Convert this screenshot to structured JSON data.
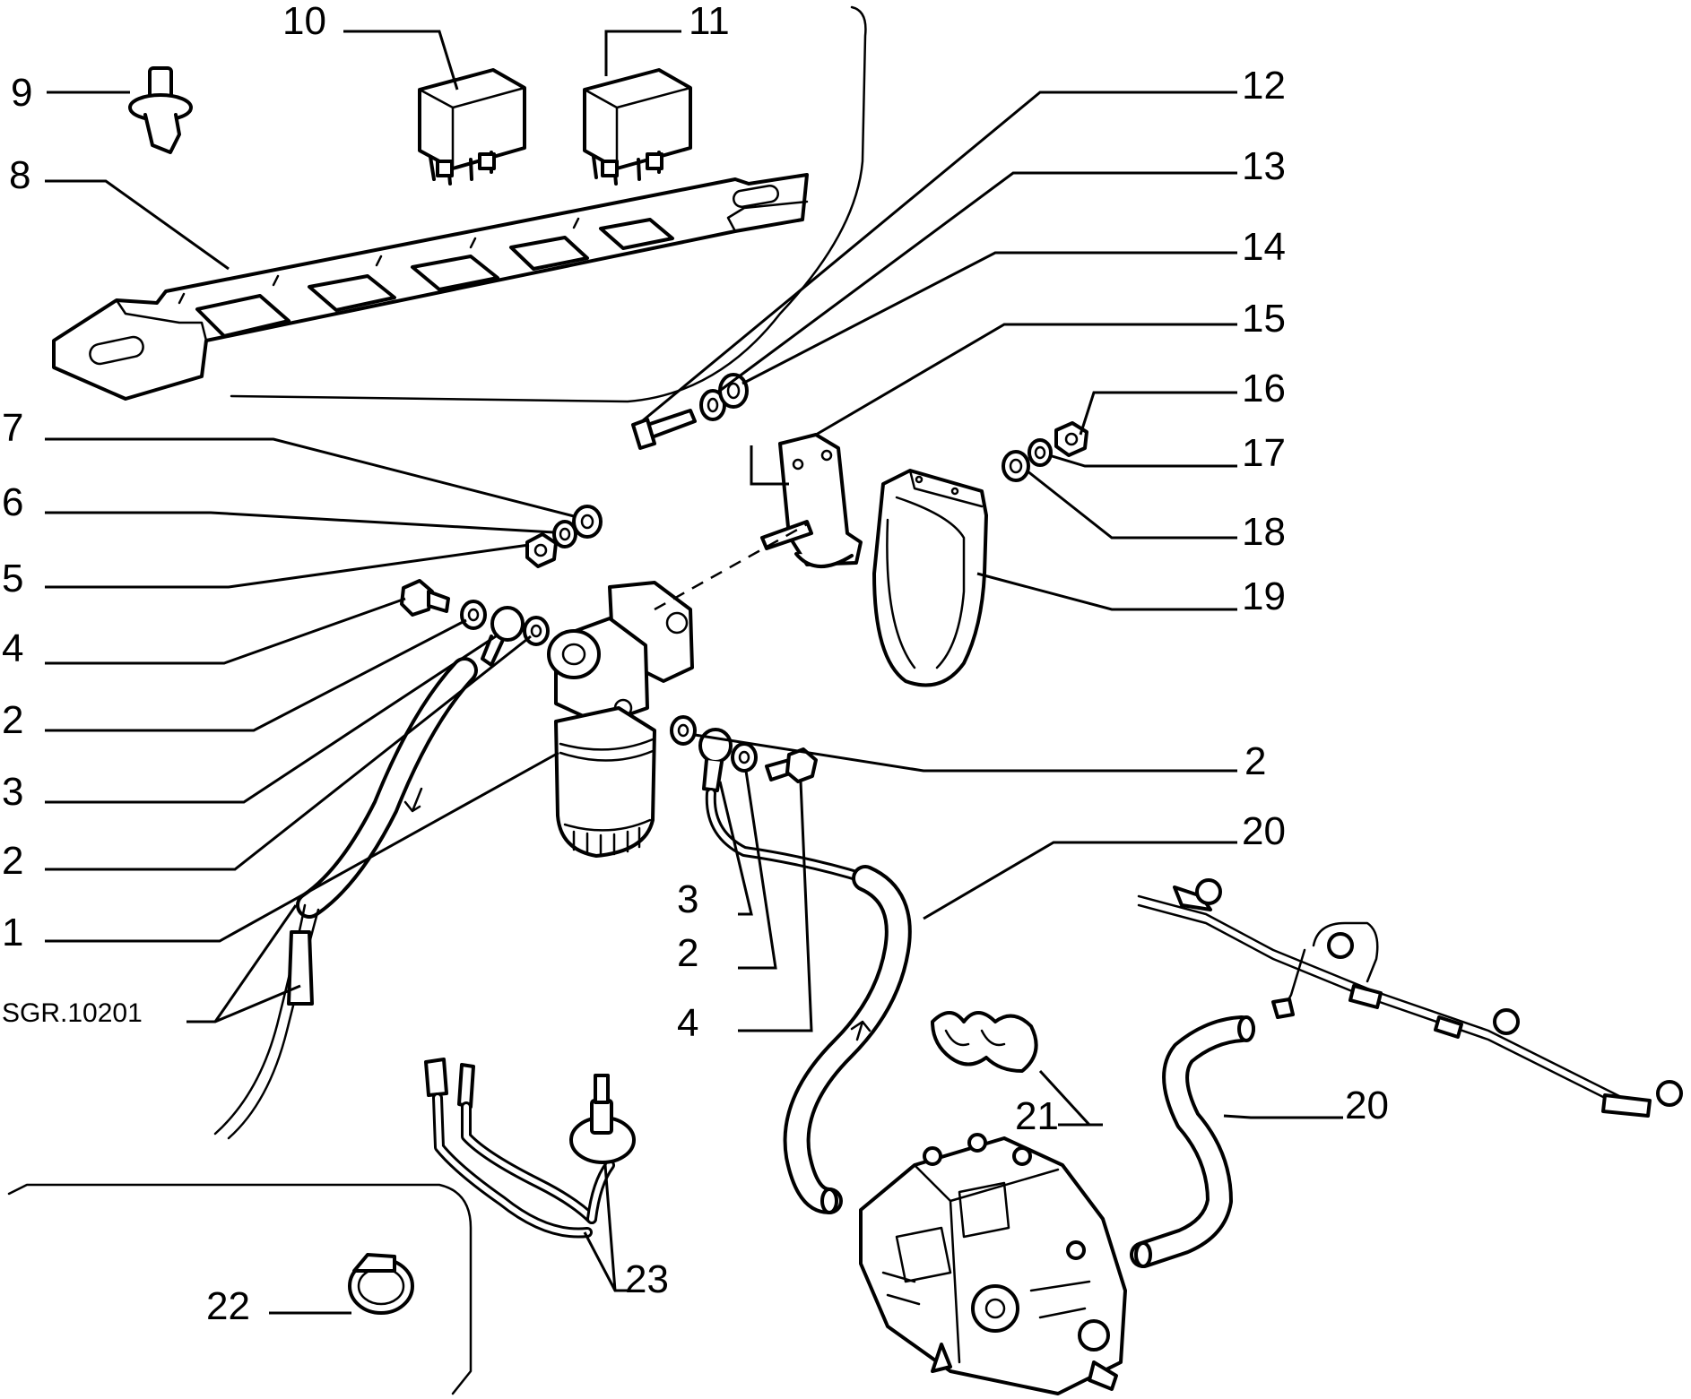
{
  "drawing_code": "SGR.10201",
  "callouts": [
    {
      "id": "c1",
      "text": "1"
    },
    {
      "id": "c2a",
      "text": "2"
    },
    {
      "id": "c2b",
      "text": "2"
    },
    {
      "id": "c2c",
      "text": "2"
    },
    {
      "id": "c2d",
      "text": "2"
    },
    {
      "id": "c3a",
      "text": "3"
    },
    {
      "id": "c3b",
      "text": "3"
    },
    {
      "id": "c4a",
      "text": "4"
    },
    {
      "id": "c4b",
      "text": "4"
    },
    {
      "id": "c5",
      "text": "5"
    },
    {
      "id": "c6",
      "text": "6"
    },
    {
      "id": "c7",
      "text": "7"
    },
    {
      "id": "c8",
      "text": "8"
    },
    {
      "id": "c9",
      "text": "9"
    },
    {
      "id": "c10",
      "text": "10"
    },
    {
      "id": "c11",
      "text": "11"
    },
    {
      "id": "c12",
      "text": "12"
    },
    {
      "id": "c13",
      "text": "13"
    },
    {
      "id": "c14",
      "text": "14"
    },
    {
      "id": "c15",
      "text": "15"
    },
    {
      "id": "c16",
      "text": "16"
    },
    {
      "id": "c17",
      "text": "17"
    },
    {
      "id": "c18",
      "text": "18"
    },
    {
      "id": "c19",
      "text": "19"
    },
    {
      "id": "c20a",
      "text": "20"
    },
    {
      "id": "c20b",
      "text": "20"
    },
    {
      "id": "c21",
      "text": "21"
    },
    {
      "id": "c22",
      "text": "22"
    },
    {
      "id": "c23",
      "text": "23"
    }
  ]
}
